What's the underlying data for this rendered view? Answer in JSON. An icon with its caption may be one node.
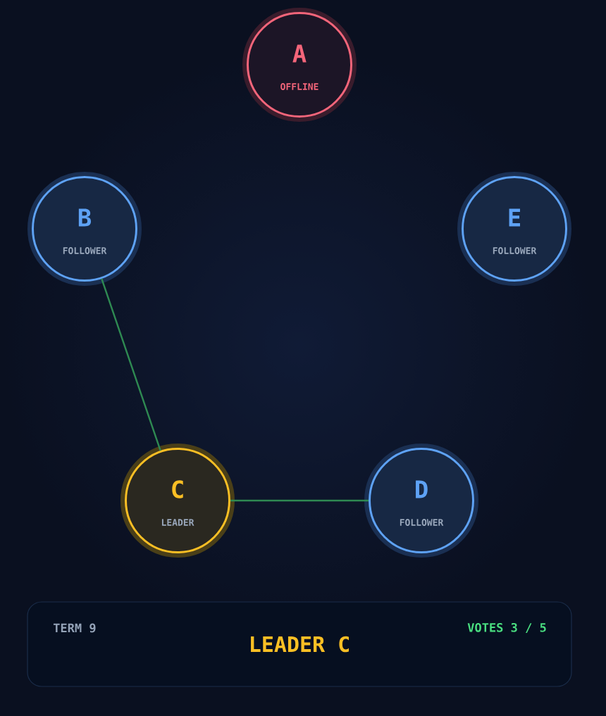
{
  "diagram": {
    "nodes": [
      {
        "text": [
          "A",
          "OFFLINE"
        ]
      },
      {
        "text": [
          "B",
          "FOLLOWER"
        ]
      },
      {
        "text": [
          "C",
          "LEADER"
        ]
      },
      {
        "text": [
          "D",
          "FOLLOWER"
        ]
      },
      {
        "text": [
          "E",
          "FOLLOWER"
        ]
      },
      {
        "text": [
          "TERM 9",
          "LEADER C",
          "VOTES 3 / 5"
        ]
      }
    ],
    "edges": [
      {
        "from": 2,
        "to": 1,
        "arrow": "none"
      },
      {
        "from": 2,
        "to": 3,
        "arrow": "none"
      }
    ]
  }
}
